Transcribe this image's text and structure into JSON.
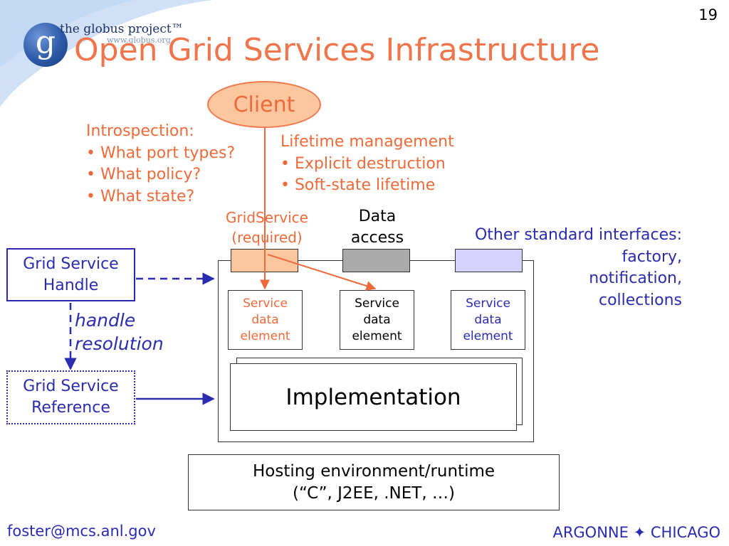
{
  "slide_number": "19",
  "logo": {
    "mark": "g",
    "name": "the globus project™",
    "url": "www.globus.org"
  },
  "title": "Open Grid Services Infrastructure",
  "client": "Client",
  "introspection": {
    "heading": "Introspection:",
    "items": [
      "• What port types?",
      "• What policy?",
      "• What state?"
    ]
  },
  "lifetime": {
    "heading": "Lifetime management",
    "items": [
      "• Explicit destruction",
      "• Soft-state lifetime"
    ]
  },
  "ports": {
    "gridservice": [
      "GridService",
      "(required)"
    ],
    "data_access": [
      "Data",
      "access"
    ],
    "other": [
      "Other standard interfaces:",
      "factory,",
      "notification,",
      "collections"
    ]
  },
  "service_data_elements": [
    [
      "Service",
      "data",
      "element"
    ],
    [
      "Service",
      "data",
      "element"
    ],
    [
      "Service",
      "data",
      "element"
    ]
  ],
  "implementation": "Implementation",
  "grid_service_handle": [
    "Grid Service",
    "Handle"
  ],
  "handle_resolution": [
    "handle",
    "resolution"
  ],
  "grid_service_reference": [
    "Grid Service",
    "Reference"
  ],
  "hosting": [
    "Hosting environment/runtime",
    "(“C”, J2EE, .NET, …)"
  ],
  "footer": {
    "email": "foster@mcs.anl.gov",
    "org_left": "ARGONNE",
    "org_sep": "✦",
    "org_right": "CHICAGO"
  },
  "colors": {
    "orange_text": "#ee6a3a",
    "blue_text": "#2b2bb0",
    "client_fill": "#fcc79e",
    "gray_port": "#aaaaaa",
    "lavender_port": "#d4d2fb",
    "corner_swoosh": "#cfe0f7"
  }
}
